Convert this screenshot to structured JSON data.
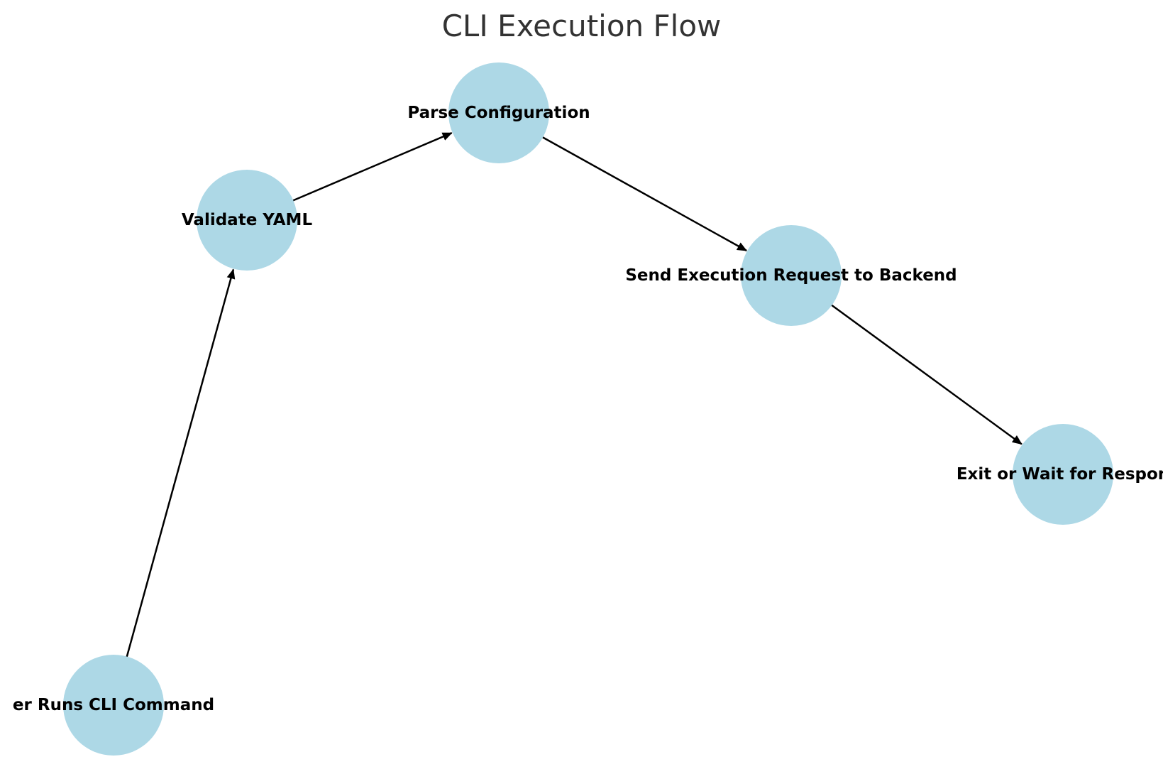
{
  "diagram": {
    "title": "CLI Execution Flow",
    "node_color": "#add8e6",
    "edge_color": "#000000",
    "nodes": [
      {
        "id": "user",
        "label": "er Runs CLI Command"
      },
      {
        "id": "validate",
        "label": "Validate YAML"
      },
      {
        "id": "parse",
        "label": "Parse Configuration"
      },
      {
        "id": "send",
        "label": "Send Execution Request to Backend"
      },
      {
        "id": "exit",
        "label": "Exit or Wait for Respon"
      }
    ],
    "edges": [
      {
        "from": "user",
        "to": "validate"
      },
      {
        "from": "validate",
        "to": "parse"
      },
      {
        "from": "parse",
        "to": "send"
      },
      {
        "from": "send",
        "to": "exit"
      }
    ]
  }
}
